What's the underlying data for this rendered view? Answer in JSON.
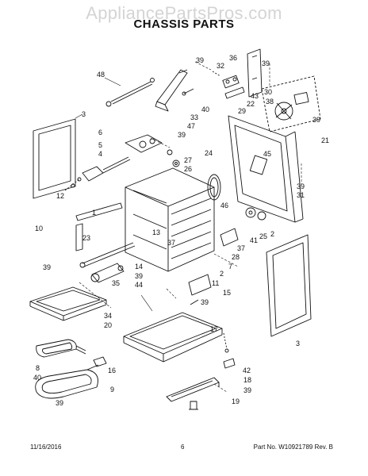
{
  "watermark": "AppliancePartsPros.com",
  "title": "CHASSIS PARTS",
  "footer": {
    "date": "11/16/2016",
    "page": "6",
    "part_number": "Part No. W10921789  Rev. B"
  },
  "callouts": {
    "c48": "48",
    "c39a": "39",
    "c36": "36",
    "c39b": "39",
    "c32": "32",
    "c30": "30",
    "c38": "38",
    "c43": "43",
    "c22": "22",
    "c29": "29",
    "c40a": "40",
    "c33": "33",
    "c47": "47",
    "c39c": "39",
    "c3a": "3",
    "c6": "6",
    "c39d": "39",
    "c5": "5",
    "c4": "4",
    "c27": "27",
    "c26": "26",
    "c24": "24",
    "c45": "45",
    "c21": "21",
    "c12": "12",
    "c39e": "39",
    "c31": "31",
    "c1": "1",
    "c46": "46",
    "c10": "10",
    "c23": "23",
    "c13": "13",
    "c37a": "37",
    "c41": "41",
    "c25": "25",
    "c2a": "2",
    "c28": "28",
    "c37b": "37",
    "c7": "7",
    "c39f": "39",
    "c14": "14",
    "c2b": "2",
    "c35": "35",
    "c39g": "39",
    "c11": "11",
    "c44": "44",
    "c15": "15",
    "c39h": "39",
    "c34": "34",
    "c20": "20",
    "c3b": "3",
    "c17": "17",
    "c8": "8",
    "c40b": "40",
    "c16": "16",
    "c42": "42",
    "c9": "9",
    "c18": "18",
    "c39i": "39",
    "c39j": "39",
    "c19": "19"
  }
}
